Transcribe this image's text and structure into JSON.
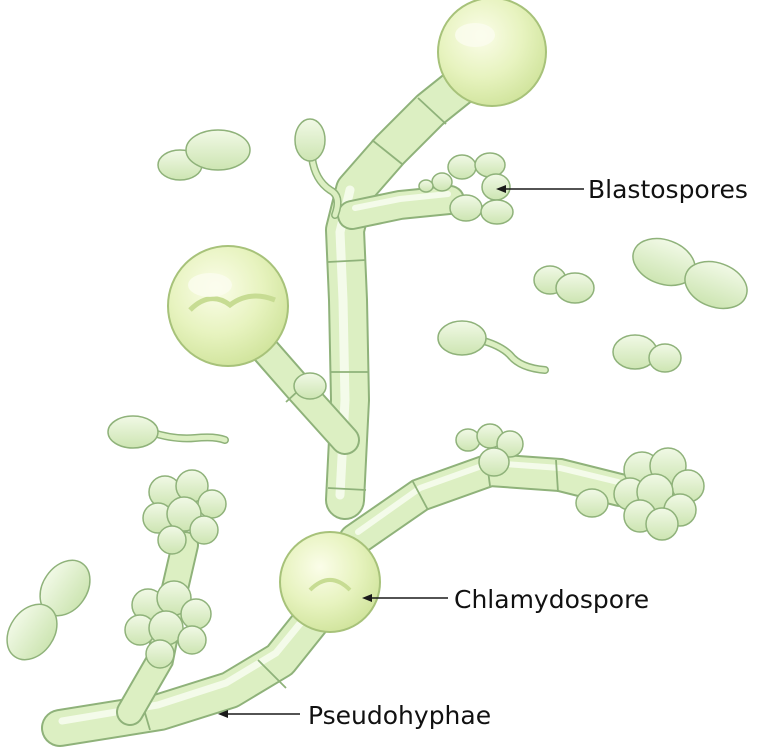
{
  "labels": {
    "blastospores": "Blastospores",
    "chlamydospore": "Chlamydospore",
    "pseudohyphae": "Pseudohyphae"
  },
  "colors": {
    "cell_fill": "#dcefc2",
    "cell_light": "#eef8e0",
    "cell_outline": "#8fb27a",
    "chlamydospore_fill": "#e3f2b4",
    "highlight": "#f7fcef",
    "text": "#111111"
  }
}
